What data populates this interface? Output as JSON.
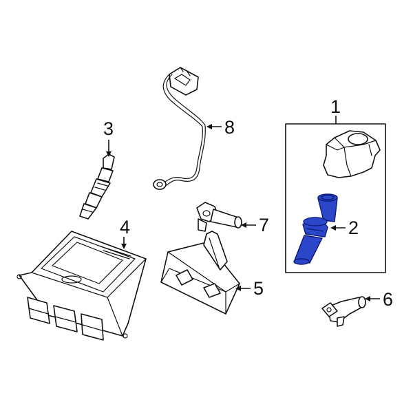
{
  "colors": {
    "line": "#111111",
    "highlight": "#2b46c8",
    "background": "#ffffff"
  },
  "callouts": [
    {
      "id": "1",
      "label": "1"
    },
    {
      "id": "2",
      "label": "2"
    },
    {
      "id": "3",
      "label": "3"
    },
    {
      "id": "4",
      "label": "4"
    },
    {
      "id": "5",
      "label": "5"
    },
    {
      "id": "6",
      "label": "6"
    },
    {
      "id": "7",
      "label": "7"
    },
    {
      "id": "8",
      "label": "8"
    }
  ],
  "highlighted_callout": "2"
}
